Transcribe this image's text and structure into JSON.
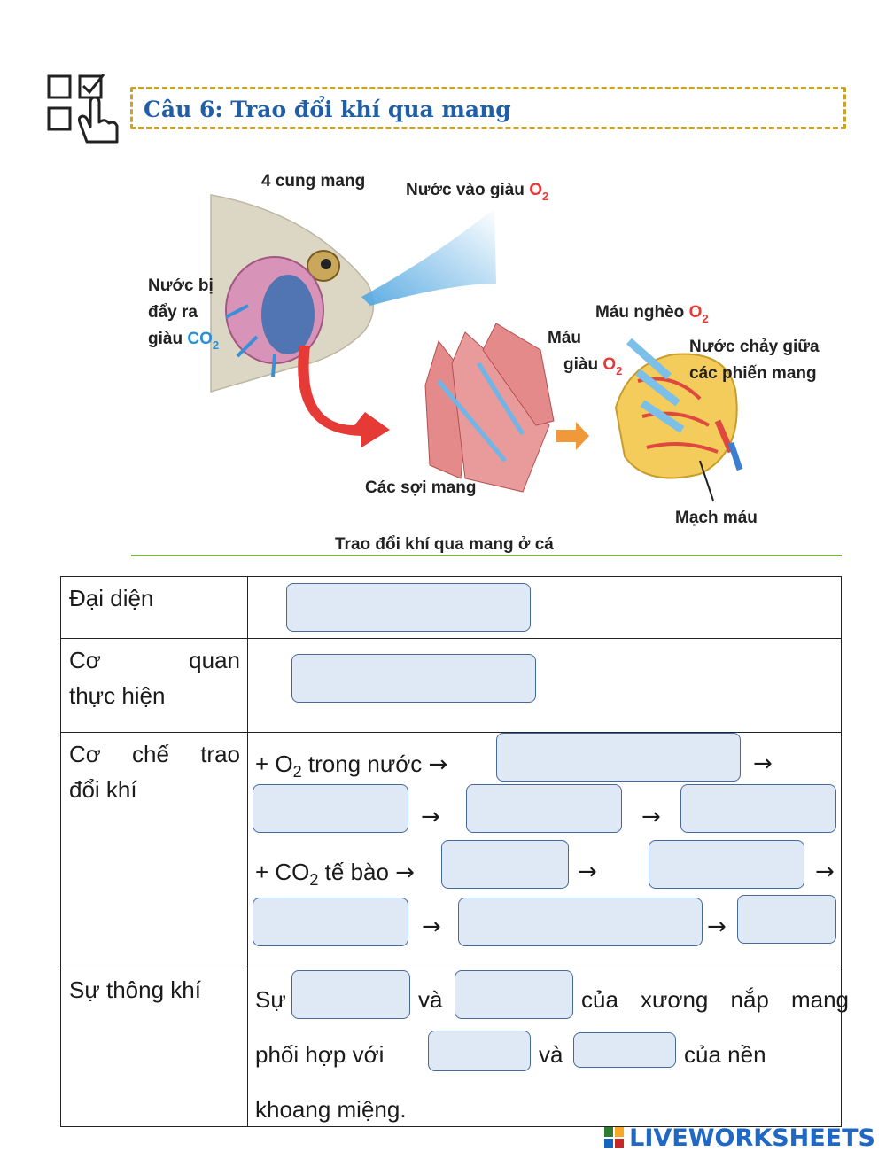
{
  "header": {
    "title": "Câu 6: Trao đổi khí qua mang",
    "icon": "checklist-icon",
    "accent_color": "#c9a227",
    "title_color": "#1f5fa8"
  },
  "figure": {
    "caption": "Trao đổi khí qua mang ở cá",
    "labels": {
      "gill_arches": "4 cung mang",
      "water_in": "Nước vào giàu",
      "water_out_1": "Nước bị",
      "water_out_2": "đẩy ra",
      "water_out_3": "giàu",
      "blood_poor": "Máu nghèo",
      "blood_rich_1": "Máu",
      "blood_rich_2": "giàu",
      "water_between_1": "Nước chảy giữa",
      "water_between_2": "các phiến mang",
      "filaments": "Các sợi mang",
      "vessels": "Mạch máu",
      "o2": "O",
      "co2": "CO",
      "sub2": "2"
    }
  },
  "table": {
    "rows": [
      {
        "label": "Đại diện"
      },
      {
        "label_1": "Cơ quan",
        "label_2": "thực hiện"
      },
      {
        "label_1": "Cơ chế trao",
        "label_2": "đổi khí"
      },
      {
        "label": "Sự thông khí"
      }
    ],
    "o2_prefix": "+ O",
    "o2_suffix": " trong nước ",
    "co2_prefix": "+ CO",
    "co2_suffix": " tế bào ",
    "sub2": "2",
    "arrow": "→",
    "vent_su": "Sự",
    "vent_va": "và",
    "vent_cua1": "của xương nắp mang",
    "vent_phoi": "phối hợp với",
    "vent_va2": "và",
    "vent_cua2": "của nền",
    "vent_khoang": "khoang miệng."
  },
  "footer": {
    "brand": "LIVEWORKSHEETS"
  }
}
